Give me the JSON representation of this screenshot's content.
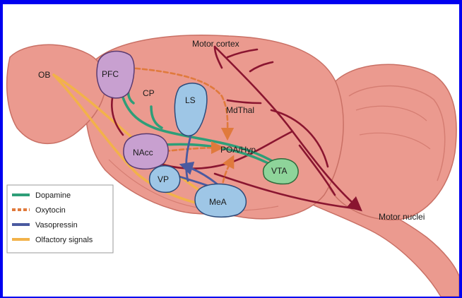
{
  "regions": {
    "ob": "OB",
    "pfc": "PFC",
    "cp": "CP",
    "ls": "LS",
    "mdthal": "MdThal",
    "nacc": "NAcc",
    "poa_hyp": "POA/Hyp",
    "vta": "VTA",
    "vp": "VP",
    "mea": "MeA",
    "motor_cortex": "Motor cortex",
    "motor_nuclei": "Motor nuclei"
  },
  "legend": [
    {
      "label": "Dopamine",
      "color": "#2e9e78",
      "style": "solid"
    },
    {
      "label": "Oxytocin",
      "color": "#e07a3c",
      "style": "dashed"
    },
    {
      "label": "Vasopressin",
      "color": "#4a5aa0",
      "style": "solid"
    },
    {
      "label": "Olfactory signals",
      "color": "#f2b24a",
      "style": "solid"
    }
  ],
  "colors": {
    "brain": "#eb9a8f",
    "brain_outline": "#c97065",
    "motor_pathway": "#8a1530",
    "region_purple": "#c8a0d0",
    "region_blue": "#9ec6e6",
    "region_green": "#8ed49a"
  }
}
